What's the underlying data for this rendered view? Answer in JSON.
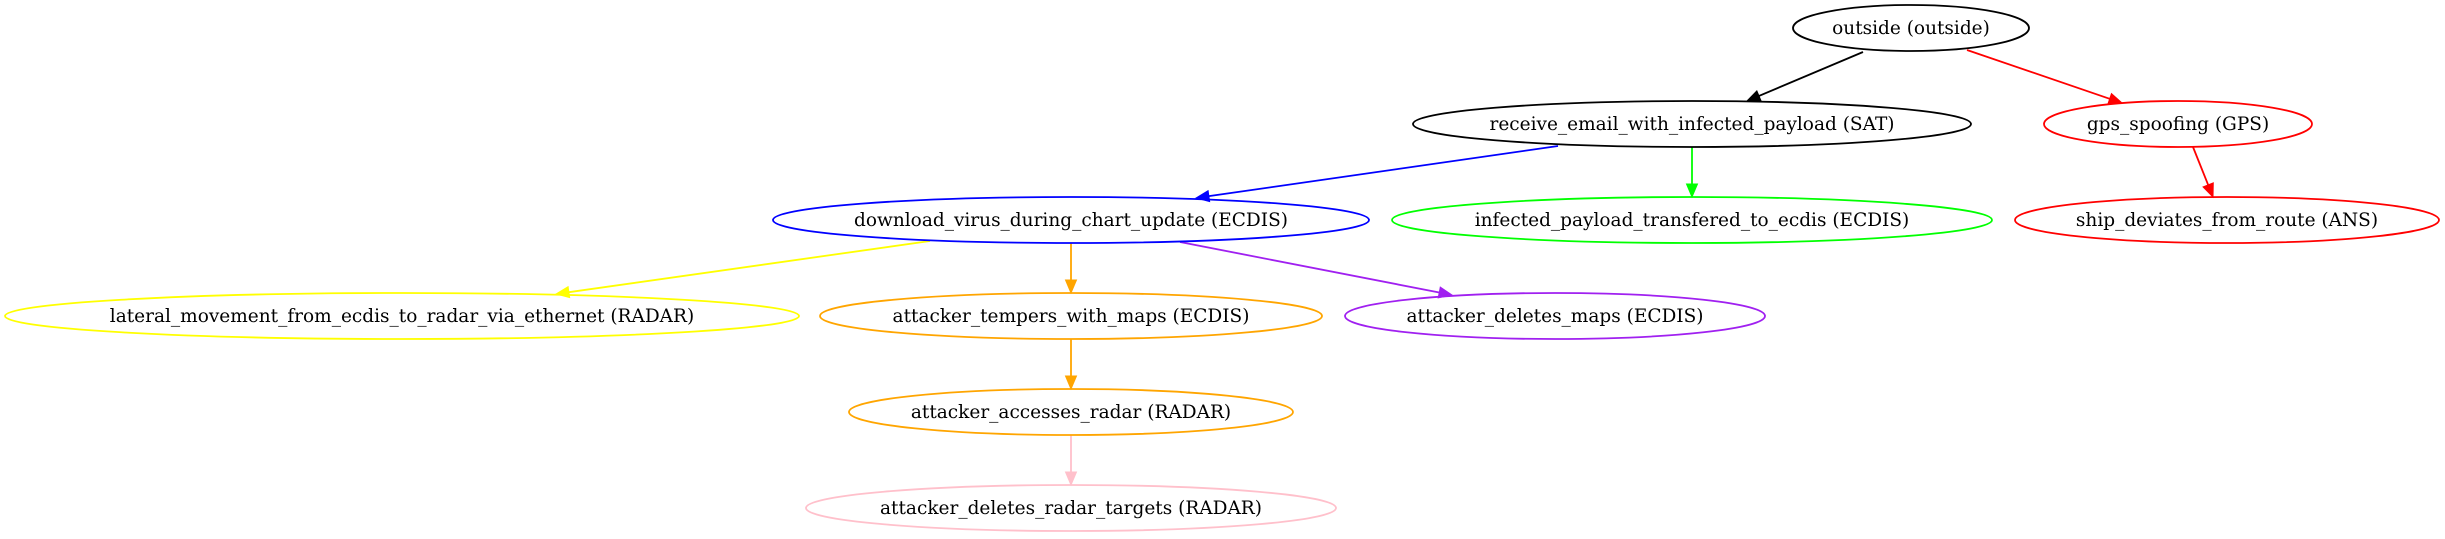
{
  "nodes": [
    {
      "id": "outside",
      "label": "outside (outside)",
      "color": "#000000"
    },
    {
      "id": "receive_email",
      "label": "receive_email_with_infected_payload (SAT)",
      "color": "#000000"
    },
    {
      "id": "gps_spoofing",
      "label": "gps_spoofing (GPS)",
      "color": "#ff0000"
    },
    {
      "id": "download_virus",
      "label": "download_virus_during_chart_update (ECDIS)",
      "color": "#0000ff"
    },
    {
      "id": "infected_payload",
      "label": "infected_payload_transfered_to_ecdis (ECDIS)",
      "color": "#00ff00"
    },
    {
      "id": "ship_deviates",
      "label": "ship_deviates_from_route (ANS)",
      "color": "#ff0000"
    },
    {
      "id": "lateral_movement",
      "label": "lateral_movement_from_ecdis_to_radar_via_ethernet (RADAR)",
      "color": "#ffff00"
    },
    {
      "id": "tempers_maps",
      "label": "attacker_tempers_with_maps (ECDIS)",
      "color": "#ffa500"
    },
    {
      "id": "deletes_maps",
      "label": "attacker_deletes_maps (ECDIS)",
      "color": "#a020f0"
    },
    {
      "id": "accesses_radar",
      "label": "attacker_accesses_radar (RADAR)",
      "color": "#ffa500"
    },
    {
      "id": "deletes_targets",
      "label": "attacker_deletes_radar_targets (RADAR)",
      "color": "#ffc0cb"
    }
  ],
  "edges": [
    {
      "from": "outside",
      "to": "receive_email",
      "color": "#000000"
    },
    {
      "from": "outside",
      "to": "gps_spoofing",
      "color": "#ff0000"
    },
    {
      "from": "receive_email",
      "to": "download_virus",
      "color": "#0000ff"
    },
    {
      "from": "receive_email",
      "to": "infected_payload",
      "color": "#00ff00"
    },
    {
      "from": "gps_spoofing",
      "to": "ship_deviates",
      "color": "#ff0000"
    },
    {
      "from": "download_virus",
      "to": "lateral_movement",
      "color": "#ffff00"
    },
    {
      "from": "download_virus",
      "to": "tempers_maps",
      "color": "#ffa500"
    },
    {
      "from": "download_virus",
      "to": "deletes_maps",
      "color": "#a020f0"
    },
    {
      "from": "tempers_maps",
      "to": "accesses_radar",
      "color": "#ffa500"
    },
    {
      "from": "accesses_radar",
      "to": "deletes_targets",
      "color": "#ffc0cb"
    }
  ]
}
